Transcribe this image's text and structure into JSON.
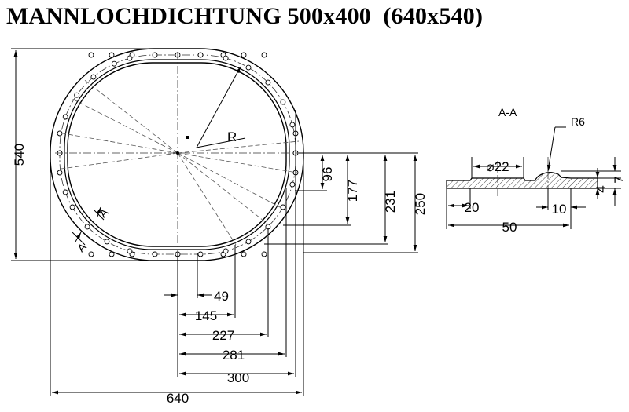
{
  "title": "MANNLOCHDICHTUNG 500x400  (640x540)",
  "main_view": {
    "radius_label": "R",
    "section_mark": "A",
    "dimensions": {
      "overall_width": "640",
      "overall_height": "540",
      "dim_300": "300",
      "dim_281": "281",
      "dim_227": "227",
      "dim_145": "145",
      "dim_49": "49",
      "dim_96": "96",
      "dim_177": "177",
      "dim_231": "231",
      "dim_250": "250"
    }
  },
  "section_view": {
    "title": "A-A",
    "radius": "R6",
    "hole": "⌀22",
    "dim_20": "20",
    "dim_10": "10",
    "dim_50": "50",
    "dim_4": "4",
    "dim_7": "7"
  }
}
